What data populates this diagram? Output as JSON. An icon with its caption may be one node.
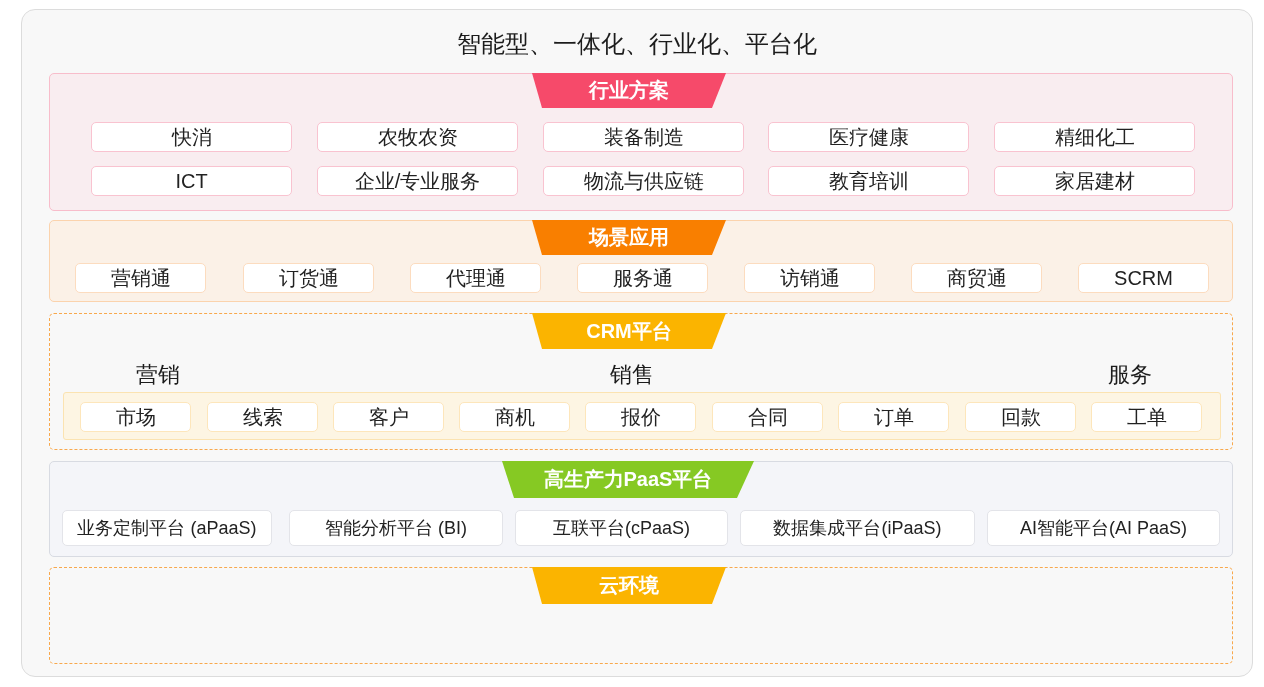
{
  "diagram": {
    "title": "智能型、一体化、行业化、平台化",
    "nodes": [
      {
        "text": [
          "行业方案"
        ]
      },
      {
        "text": [
          "快消"
        ],
        "in": 0
      },
      {
        "text": [
          "农牧农资"
        ],
        "in": 0
      },
      {
        "text": [
          "装备制造"
        ],
        "in": 0
      },
      {
        "text": [
          "医疗健康"
        ],
        "in": 0
      },
      {
        "text": [
          "精细化工"
        ],
        "in": 0
      },
      {
        "text": [
          "ICT"
        ],
        "in": 0
      },
      {
        "text": [
          "企业/专业服务"
        ],
        "in": 0
      },
      {
        "text": [
          "物流与供应链"
        ],
        "in": 0
      },
      {
        "text": [
          "教育培训"
        ],
        "in": 0
      },
      {
        "text": [
          "家居建材"
        ],
        "in": 0
      },
      {
        "text": [
          "场景应用"
        ]
      },
      {
        "text": [
          "营销通"
        ],
        "in": 11
      },
      {
        "text": [
          "订货通"
        ],
        "in": 11
      },
      {
        "text": [
          "代理通"
        ],
        "in": 11
      },
      {
        "text": [
          "服务通"
        ],
        "in": 11
      },
      {
        "text": [
          "访销通"
        ],
        "in": 11
      },
      {
        "text": [
          "商贸通"
        ],
        "in": 11
      },
      {
        "text": [
          "SCRM"
        ],
        "in": 11
      },
      {
        "text": [
          "CRM平台"
        ]
      },
      {
        "text": [
          "营销",
          "销售",
          "服务"
        ],
        "in": 19
      },
      {
        "text": [
          "市场"
        ],
        "in": 20
      },
      {
        "text": [
          "线索"
        ],
        "in": 20
      },
      {
        "text": [
          "客户"
        ],
        "in": 20
      },
      {
        "text": [
          "商机"
        ],
        "in": 20
      },
      {
        "text": [
          "报价"
        ],
        "in": 20
      },
      {
        "text": [
          "合同"
        ],
        "in": 20
      },
      {
        "text": [
          "订单"
        ],
        "in": 20
      },
      {
        "text": [
          "回款"
        ],
        "in": 20
      },
      {
        "text": [
          "工单"
        ],
        "in": 20
      },
      {
        "text": [
          "高生产力PaaS平台"
        ]
      },
      {
        "text": [
          "业务定制平台 (aPaaS)"
        ],
        "in": 30
      },
      {
        "text": [
          "智能分析平台 (BI)"
        ],
        "in": 30
      },
      {
        "text": [
          "互联平台(cPaaS)"
        ],
        "in": 30
      },
      {
        "text": [
          "数据集成平台(iPaaS)"
        ],
        "in": 30
      },
      {
        "text": [
          "AI智能平台(AI PaaS)"
        ],
        "in": 30
      },
      {
        "text": [
          "云环境"
        ]
      }
    ]
  }
}
